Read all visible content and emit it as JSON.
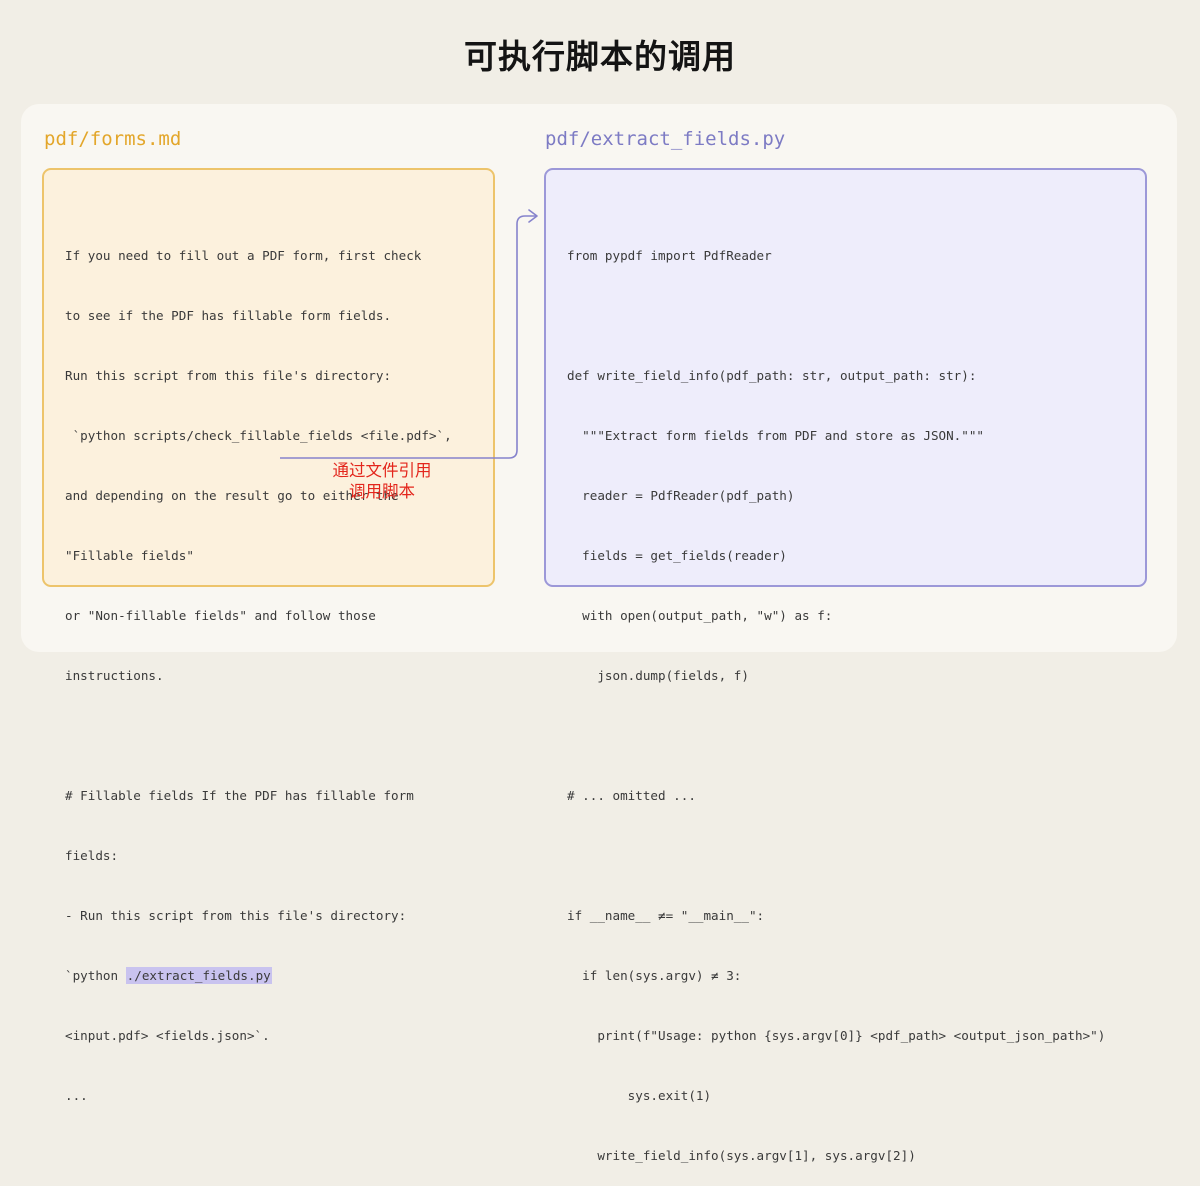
{
  "title": "可执行脚本的调用",
  "left_panel": {
    "label": "pdf/forms.md",
    "lines": [
      "If you need to fill out a PDF form, first check",
      "to see if the PDF has fillable form fields.",
      "Run this script from this file's directory:",
      " `python scripts/check_fillable_fields <file.pdf>`,",
      "and depending on the result go to either the",
      "\"Fillable fields\"",
      "or \"Non-fillable fields\" and follow those",
      "instructions.",
      "",
      "# Fillable fields If the PDF has fillable form",
      "fields:",
      "- Run this script from this file's directory:"
    ],
    "ref_line_prefix": "`python ",
    "ref_highlight": "./extract_fields.py",
    "tail_lines": [
      "<input.pdf> <fields.json>`.",
      "..."
    ]
  },
  "right_panel": {
    "label": "pdf/extract_fields.py",
    "lines": [
      "from pypdf import PdfReader",
      "",
      "def write_field_info(pdf_path: str, output_path: str):",
      "  \"\"\"Extract form fields from PDF and store as JSON.\"\"\"",
      "  reader = PdfReader(pdf_path)",
      "  fields = get_fields(reader)",
      "  with open(output_path, \"w\") as f:",
      "    json.dump(fields, f)",
      "",
      "# ... omitted ...",
      "",
      "if __name__ ≠= \"__main__\":",
      "  if len(sys.argv) ≠ 3:",
      "    print(f\"Usage: python {sys.argv[0]} <pdf_path> <output_json_path>\")",
      "        sys.exit(1)",
      "    write_field_info(sys.argv[1], sys.argv[2])"
    ]
  },
  "annotation": {
    "line1": "通过文件引用",
    "line2": "调用脚本"
  },
  "colors": {
    "background": "#f1eee6",
    "stage": "#f9f7f2",
    "left_accent": "#e3a62a",
    "right_accent": "#7d7bc4",
    "annotation": "#e3261c",
    "highlight": "#c9c3ef"
  }
}
